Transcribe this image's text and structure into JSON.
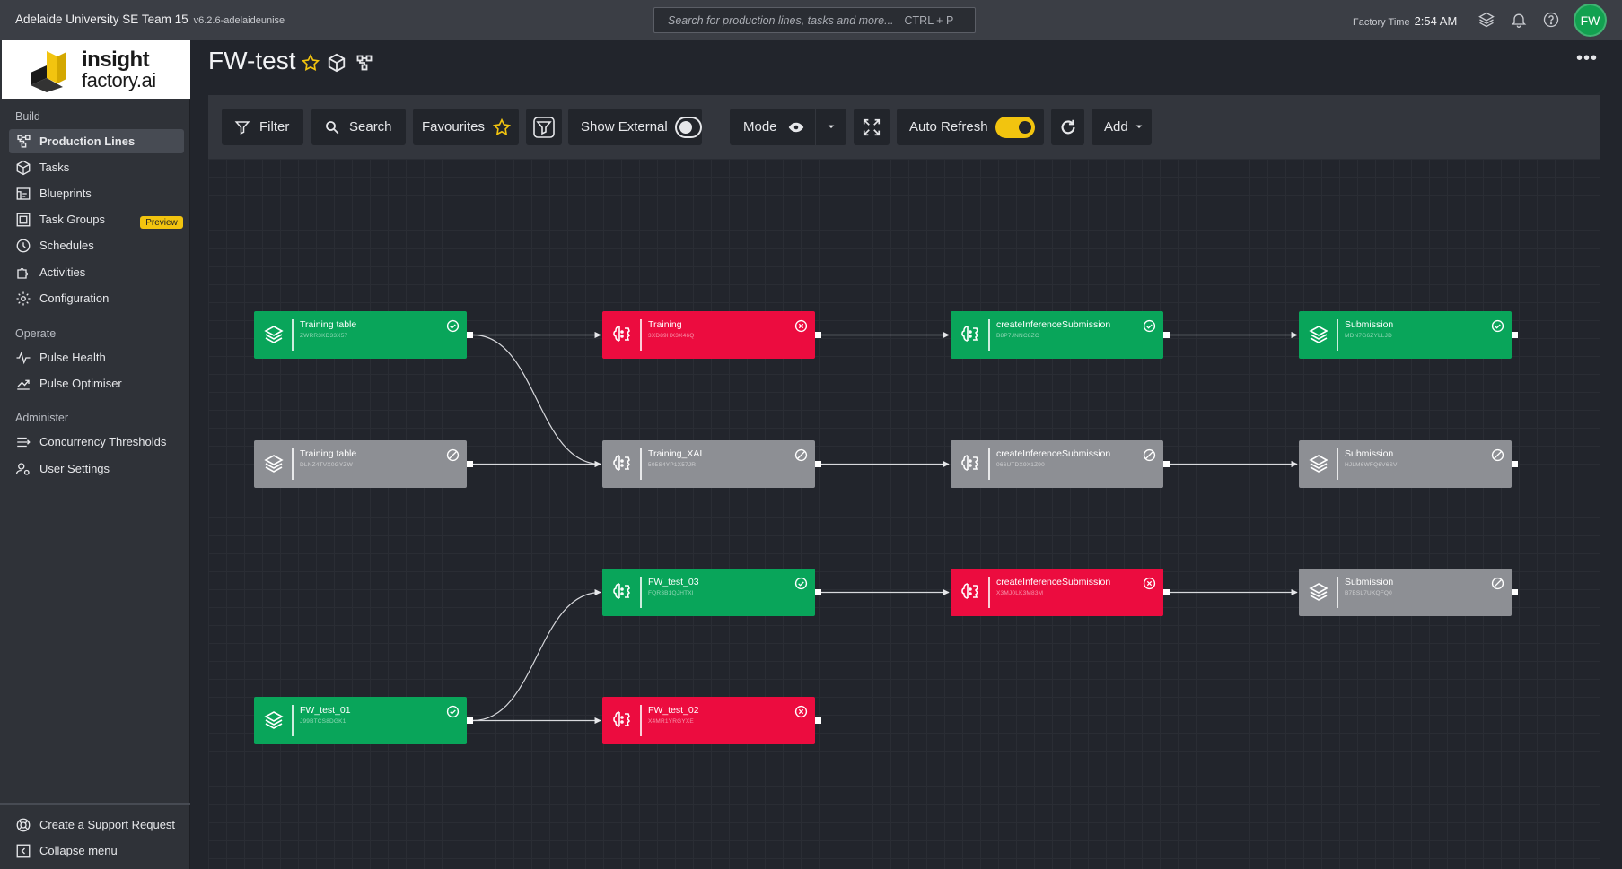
{
  "topbar": {
    "org": "Adelaide University SE Team 15",
    "version": "v6.2.6-adelaideunise",
    "search_placeholder": "Search for production lines, tasks and more...",
    "search_shortcut": "CTRL + P",
    "factory_time_label": "Factory Time",
    "factory_time": "2:54 AM",
    "avatar_initials": "FW"
  },
  "sidebar": {
    "logo_line1": "insight",
    "logo_line2": "factory.ai",
    "sections": {
      "build": "Build",
      "operate": "Operate",
      "administer": "Administer"
    },
    "items": {
      "production_lines": "Production Lines",
      "tasks": "Tasks",
      "blueprints": "Blueprints",
      "blueprints_badge": "Preview",
      "task_groups": "Task Groups",
      "schedules": "Schedules",
      "activities": "Activities",
      "configuration": "Configuration",
      "pulse_health": "Pulse Health",
      "pulse_optimiser": "Pulse Optimiser",
      "concurrency_thresholds": "Concurrency Thresholds",
      "user_settings": "User Settings",
      "support": "Create a Support Request",
      "collapse": "Collapse menu"
    },
    "active": "production_lines"
  },
  "page": {
    "title": "FW-test"
  },
  "toolbar": {
    "filter": "Filter",
    "search": "Search",
    "favourites": "Favourites",
    "show_external": "Show External",
    "show_external_on": false,
    "mode": "Mode",
    "auto_refresh": "Auto Refresh",
    "auto_refresh_on": true,
    "add": "Add"
  },
  "colors": {
    "success": "#09a55a",
    "failed": "#ec0c3f",
    "skipped": "#8d8f94",
    "accent": "#f2c40f"
  },
  "nodes": [
    {
      "id": "n1",
      "name": "Training table",
      "code": "ZWRR3KD33X57",
      "status": "success",
      "type": "table",
      "icon": "layers-icon"
    },
    {
      "id": "n2",
      "name": "Training",
      "code": "3XD89HX3X46Q",
      "status": "failed",
      "type": "task",
      "icon": "brain-icon"
    },
    {
      "id": "n3",
      "name": "createInferenceSubmission",
      "code": "B8P7JNNC8ZC",
      "status": "success",
      "type": "task",
      "icon": "brain-icon"
    },
    {
      "id": "n4",
      "name": "Submission",
      "code": "MDN7G6ZYLLJD",
      "status": "success",
      "type": "table",
      "icon": "layers-icon"
    },
    {
      "id": "n5",
      "name": "Training table",
      "code": "DLNZ4TVX0GYZW",
      "status": "skipped",
      "type": "table",
      "icon": "layers-icon"
    },
    {
      "id": "n6",
      "name": "Training_XAI",
      "code": "505S4YP1X57JR",
      "status": "skipped",
      "type": "task",
      "icon": "brain-icon"
    },
    {
      "id": "n7",
      "name": "createInferenceSubmission",
      "code": "066UTDX9X1Z90",
      "status": "skipped",
      "type": "task",
      "icon": "brain-icon"
    },
    {
      "id": "n8",
      "name": "Submission",
      "code": "HJLM6WFQ6V6SV",
      "status": "skipped",
      "type": "table",
      "icon": "layers-icon"
    },
    {
      "id": "n9",
      "name": "FW_test_03",
      "code": "FQR3B1QJHTXI",
      "status": "success",
      "type": "task",
      "icon": "brain-icon"
    },
    {
      "id": "n10",
      "name": "createInferenceSubmission",
      "code": "X3MJ0LK3M83M",
      "status": "failed",
      "type": "task",
      "icon": "brain-icon"
    },
    {
      "id": "n11",
      "name": "Submission",
      "code": "B7BSL7UKQFQ0",
      "status": "skipped",
      "type": "table",
      "icon": "layers-icon"
    },
    {
      "id": "n12",
      "name": "FW_test_01",
      "code": "J99BTCS8DGK1",
      "status": "success",
      "type": "table",
      "icon": "layers-icon"
    },
    {
      "id": "n13",
      "name": "FW_test_02",
      "code": "X4MR1YRGYXE",
      "status": "failed",
      "type": "task",
      "icon": "brain-icon"
    }
  ],
  "edges": [
    [
      "n1",
      "n2"
    ],
    [
      "n2",
      "n3"
    ],
    [
      "n3",
      "n4"
    ],
    [
      "n1",
      "n6"
    ],
    [
      "n5",
      "n6"
    ],
    [
      "n6",
      "n7"
    ],
    [
      "n7",
      "n8"
    ],
    [
      "n12",
      "n9"
    ],
    [
      "n9",
      "n10"
    ],
    [
      "n10",
      "n11"
    ],
    [
      "n12",
      "n13"
    ]
  ]
}
